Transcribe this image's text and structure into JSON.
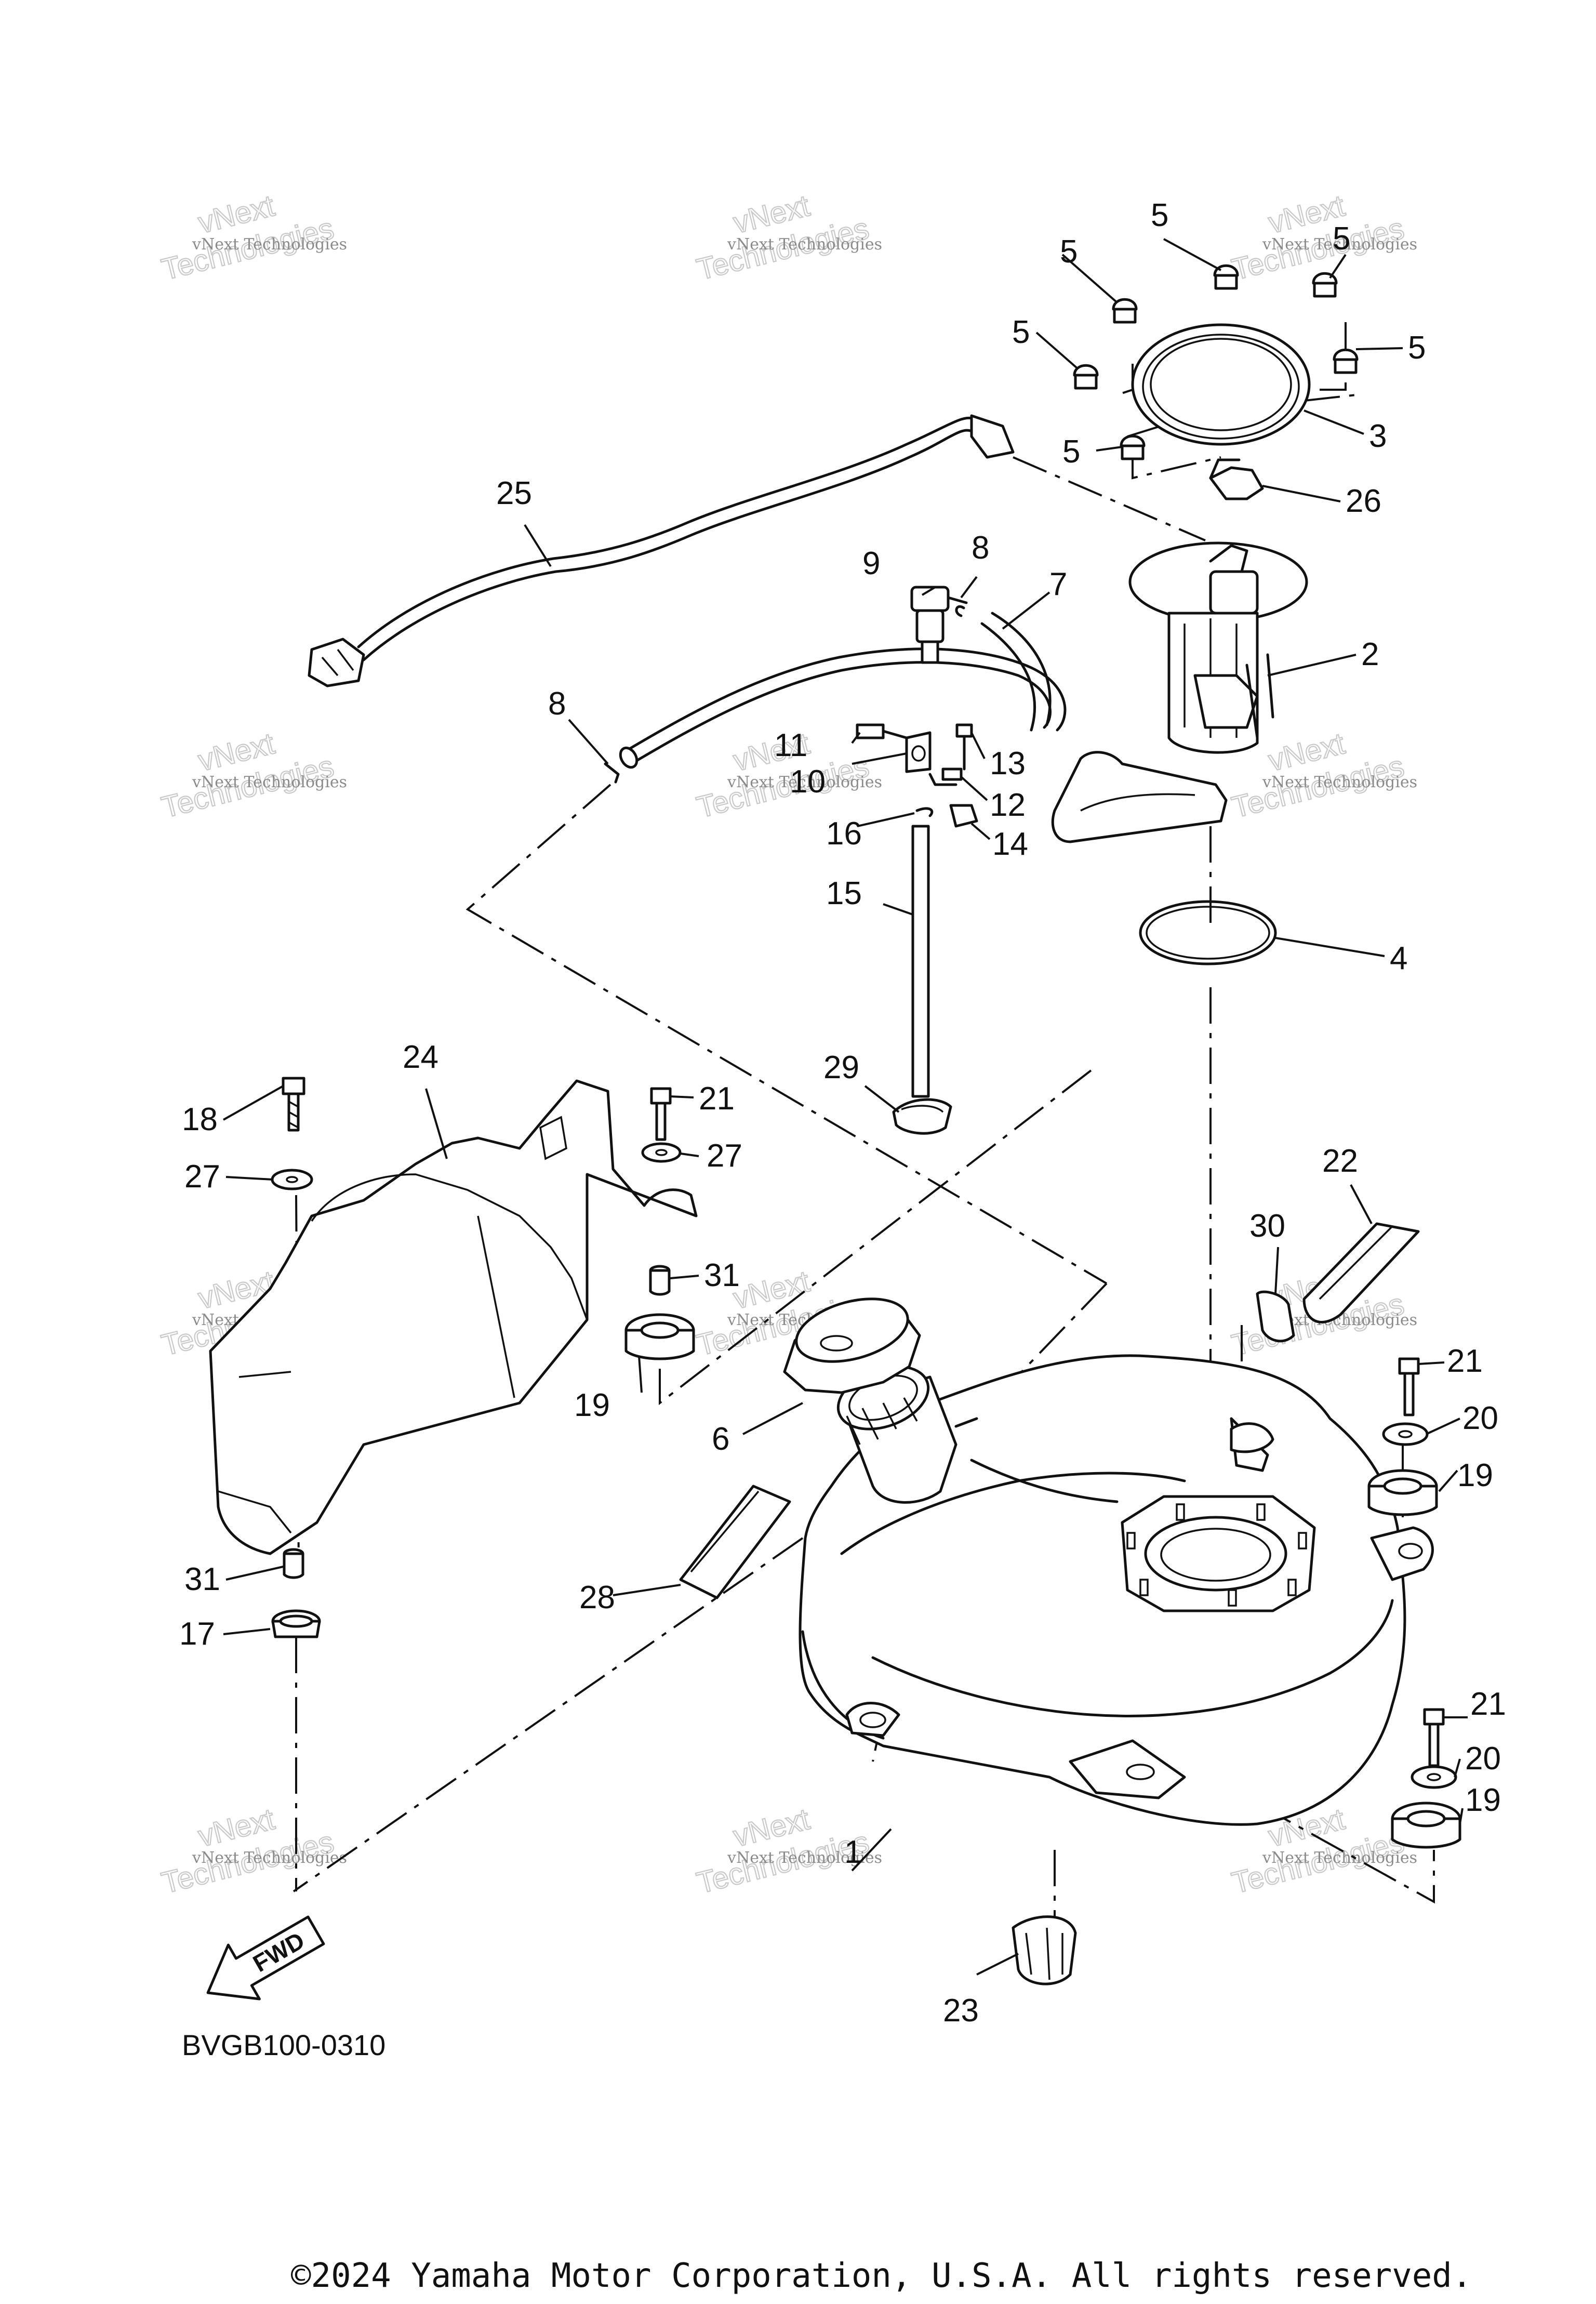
{
  "diagram": {
    "code": "BVGB100-0310",
    "fwd_label": "FWD",
    "callouts": {
      "c1": "1",
      "c2": "2",
      "c3": "3",
      "c4": "4",
      "c5a": "5",
      "c5b": "5",
      "c5c": "5",
      "c5d": "5",
      "c5e": "5",
      "c5f": "5",
      "c6": "6",
      "c7": "7",
      "c8a": "8",
      "c8b": "8",
      "c9": "9",
      "c10": "10",
      "c11": "11",
      "c12": "12",
      "c13": "13",
      "c14": "14",
      "c15": "15",
      "c16": "16",
      "c17": "17",
      "c18": "18",
      "c19a": "19",
      "c19b": "19",
      "c19c": "19",
      "c20a": "20",
      "c20b": "20",
      "c21a": "21",
      "c21b": "21",
      "c21c": "21",
      "c22": "22",
      "c23": "23",
      "c24": "24",
      "c25": "25",
      "c26": "26",
      "c27a": "27",
      "c27b": "27",
      "c28": "28",
      "c29": "29",
      "c30": "30",
      "c31a": "31",
      "c31b": "31"
    }
  },
  "watermark": {
    "line1": "vNext Technologies",
    "line2": "Technologies",
    "line3": "vNext"
  },
  "copyright": "©2024 Yamaha Motor Corporation, U.S.A. All rights reserved."
}
